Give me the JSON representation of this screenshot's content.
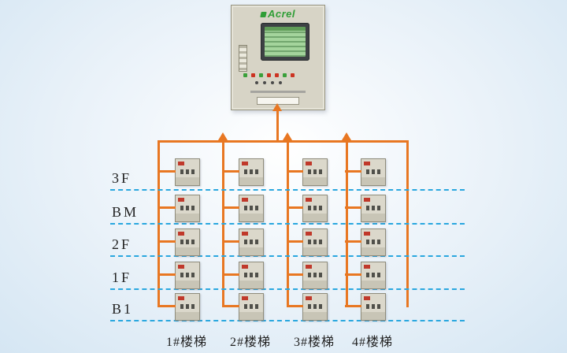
{
  "colors": {
    "wire_orange": "#e87722",
    "floor_line_blue": "#2aa7df",
    "brand_green": "#2f9e36",
    "cabinet_beige": "#d7d4c6",
    "module_red": "#c0392b"
  },
  "cabinet": {
    "brand": "Acrel"
  },
  "floors": [
    "3F",
    "BM",
    "2F",
    "1F",
    "B1"
  ],
  "stairs": [
    "1#楼梯",
    "2#楼梯",
    "3#楼梯",
    "4#楼梯"
  ],
  "grid": {
    "rows": 5,
    "columns": 4
  }
}
